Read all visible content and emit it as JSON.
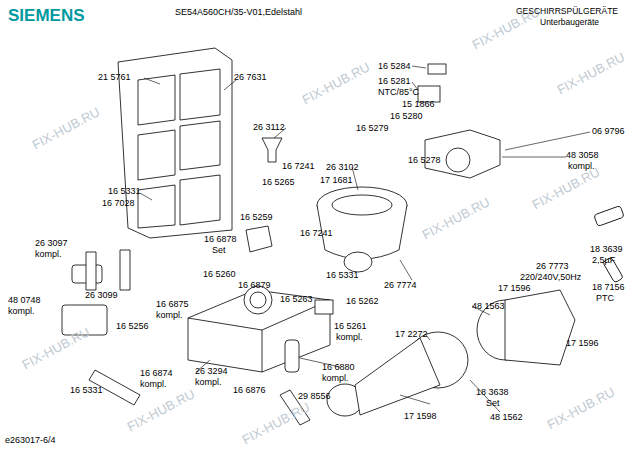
{
  "diagram": {
    "labels": [
      "SIEMENS",
      "SE54A560CH/35-V01,Edelstahl",
      "GESCHIRRSPÜLGERÄTE",
      "Unterbaugeräte",
      "e263017-6/4",
      "21 5761",
      "26 7631",
      "16 5284",
      "16 5281",
      "NTC/85°C",
      "15 1866",
      "16 5280",
      "16 5279",
      "06 9796",
      "26 3112",
      "16 5278",
      "48 3058",
      "kompl.",
      "16 7241",
      "26 3102",
      "16 5265",
      "17 1681",
      "16 5331",
      "16 7028",
      "16 5259",
      "16 6878",
      "Set",
      "16 7241",
      "26 3097",
      "kompl.",
      "16 5260",
      "16 6879",
      "16 5331",
      "26 7774",
      "16 5263",
      "16 5262",
      "26 3099",
      "48 0748",
      "kompl.",
      "16 6875",
      "kompl.",
      "16 5256",
      "16 5261",
      "kompl.",
      "18 3639",
      "2,5µF",
      "26 7773",
      "220/240V,50Hz",
      "17 1596",
      "18 7156",
      "PTC",
      "48 1563",
      "17 2272",
      "17 1596",
      "26 3294",
      "kompl.",
      "16 6874",
      "kompl.",
      "16 6880",
      "kompl.",
      "18 3638",
      "Set",
      "16 5331",
      "16 6876",
      "29 8556",
      "17 1598",
      "48 1562",
      "FIX-HUB.RU",
      "FIX-HUB.RU",
      "FIX-HUB.RU",
      "FIX-HUB.RU",
      "FIX-HUB.RU",
      "FIX-HUB.RU",
      "FIX-HUB.RU",
      "FIX-HUB.RU",
      "FIX-HUB.RU",
      "FIX-HUB.RU"
    ]
  }
}
